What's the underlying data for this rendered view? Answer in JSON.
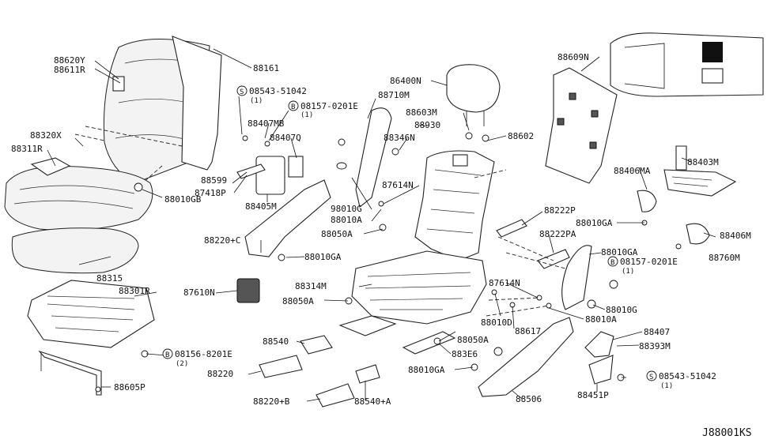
{
  "diagram": {
    "diagram_id": "J88001KS",
    "labels": [
      {
        "key": "l1",
        "text": "88620Y"
      },
      {
        "key": "l2",
        "text": "88611R"
      },
      {
        "key": "l3",
        "text": "88161"
      },
      {
        "key": "l4",
        "text": "08543-51042",
        "marker": "S",
        "sub": "(1)"
      },
      {
        "key": "l5",
        "text": "08157-0201E",
        "marker": "B",
        "sub": "(1)"
      },
      {
        "key": "l6",
        "text": "88710M"
      },
      {
        "key": "l7",
        "text": "86400N"
      },
      {
        "key": "l8",
        "text": "88609N"
      },
      {
        "key": "l9",
        "text": "88320X"
      },
      {
        "key": "l10",
        "text": "88311R"
      },
      {
        "key": "l11",
        "text": "88407MB"
      },
      {
        "key": "l12",
        "text": "88407Q"
      },
      {
        "key": "l13",
        "text": "88603M"
      },
      {
        "key": "l14",
        "text": "88930"
      },
      {
        "key": "l15",
        "text": "88346N"
      },
      {
        "key": "l16",
        "text": "88602"
      },
      {
        "key": "l17",
        "text": "88599"
      },
      {
        "key": "l18",
        "text": "87418P"
      },
      {
        "key": "l19",
        "text": "88405M"
      },
      {
        "key": "l20",
        "text": "88010GB"
      },
      {
        "key": "l21",
        "text": "98010G"
      },
      {
        "key": "l22",
        "text": "88010A"
      },
      {
        "key": "l23",
        "text": "87614N"
      },
      {
        "key": "l24",
        "text": "88406MA"
      },
      {
        "key": "l25",
        "text": "88403M"
      },
      {
        "key": "l26",
        "text": "88222P"
      },
      {
        "key": "l27",
        "text": "88010GA"
      },
      {
        "key": "l28",
        "text": "88220+C"
      },
      {
        "key": "l29",
        "text": "88050A"
      },
      {
        "key": "l30",
        "text": "88222PA"
      },
      {
        "key": "l31",
        "text": "88406M"
      },
      {
        "key": "l32",
        "text": "88010GA"
      },
      {
        "key": "l33",
        "text": "88760M"
      },
      {
        "key": "l34",
        "text": "88010GA"
      },
      {
        "key": "l35",
        "text": "08157-0201E",
        "marker": "B",
        "sub": "(1)"
      },
      {
        "key": "l36",
        "text": "88315"
      },
      {
        "key": "l37",
        "text": "87610N"
      },
      {
        "key": "l38",
        "text": "88301R"
      },
      {
        "key": "l39",
        "text": "88314M"
      },
      {
        "key": "l40",
        "text": "87614N"
      },
      {
        "key": "l41",
        "text": "88050A"
      },
      {
        "key": "l42",
        "text": "88010G"
      },
      {
        "key": "l43",
        "text": "88010A"
      },
      {
        "key": "l44",
        "text": "88010D"
      },
      {
        "key": "l45",
        "text": "88617"
      },
      {
        "key": "l46",
        "text": "88407"
      },
      {
        "key": "l47",
        "text": "88540"
      },
      {
        "key": "l48",
        "text": "88050A"
      },
      {
        "key": "l49",
        "text": "08156-8201E",
        "marker": "B",
        "sub": "(2)"
      },
      {
        "key": "l50",
        "text": "883E6"
      },
      {
        "key": "l51",
        "text": "88393M"
      },
      {
        "key": "l52",
        "text": "88220"
      },
      {
        "key": "l53",
        "text": "88010GA"
      },
      {
        "key": "l54",
        "text": "08543-51042",
        "marker": "S",
        "sub": "(1)"
      },
      {
        "key": "l55",
        "text": "88605P"
      },
      {
        "key": "l56",
        "text": "88506"
      },
      {
        "key": "l57",
        "text": "88220+B"
      },
      {
        "key": "l58",
        "text": "88540+A"
      },
      {
        "key": "l59",
        "text": "88451P"
      }
    ]
  }
}
